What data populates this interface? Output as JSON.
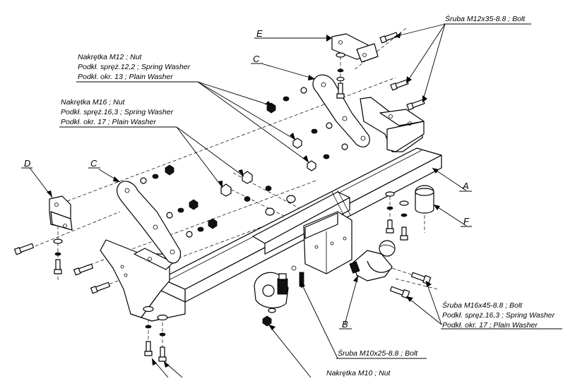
{
  "callouts": {
    "bolt_m12": "Śruba M12x35-8.8 ;  Bolt",
    "m12_group": [
      "Nakrętka  M12 ; Nut",
      "Podkł. spręż.12,2 ; Spring Washer",
      "Podkł. okr. 13 ; Plain Washer"
    ],
    "m16_group": [
      "Nakrętka  M16 ; Nut",
      "Podkł. spręż.16,3 ; Spring Washer",
      "Podkł. okr. 17 ; Plain Washer"
    ],
    "bolt_m16_group": [
      "Śruba M16x45-8.8 ;  Bolt",
      "Podkł. spręż.16,3 ; Spring Washer",
      "Podkł. okr. 17 ; Plain Washer"
    ],
    "bolt_m10": "Śruba M10x25-8.8 ;  Bolt",
    "nut_m10": "Nakrętka  M10 ; Nut"
  },
  "part_letters": {
    "A": "A",
    "B": "B",
    "C1": "C",
    "C2": "C",
    "D": "D",
    "E": "E",
    "F": "F"
  }
}
